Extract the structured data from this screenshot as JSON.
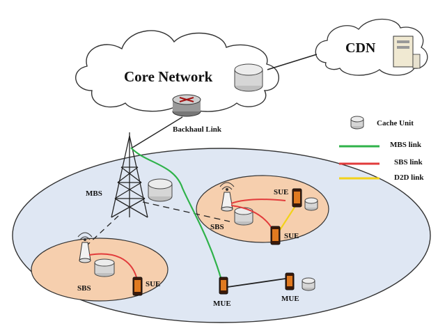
{
  "labels": {
    "core_network": "Core Network",
    "cdn": "CDN",
    "backhaul": "Backhaul Link",
    "mbs": "MBS",
    "sbs_right": "SBS",
    "sbs_left": "SBS",
    "sue_right_top": "SUE",
    "sue_right_bottom": "SUE",
    "sue_left": "SUE",
    "mue_left": "MUE",
    "mue_right": "MUE"
  },
  "legend": {
    "cache_unit": "Cache Unit",
    "mbs_link": "MBS link",
    "sbs_link": "SBS link",
    "d2d_link": "D2D link"
  },
  "colors": {
    "mbs_link": "#2fb24a",
    "sbs_link": "#e23b3b",
    "d2d_link": "#f2d21a",
    "macro_cell": "#dfe7f3",
    "small_cell": "#f6cfae"
  }
}
